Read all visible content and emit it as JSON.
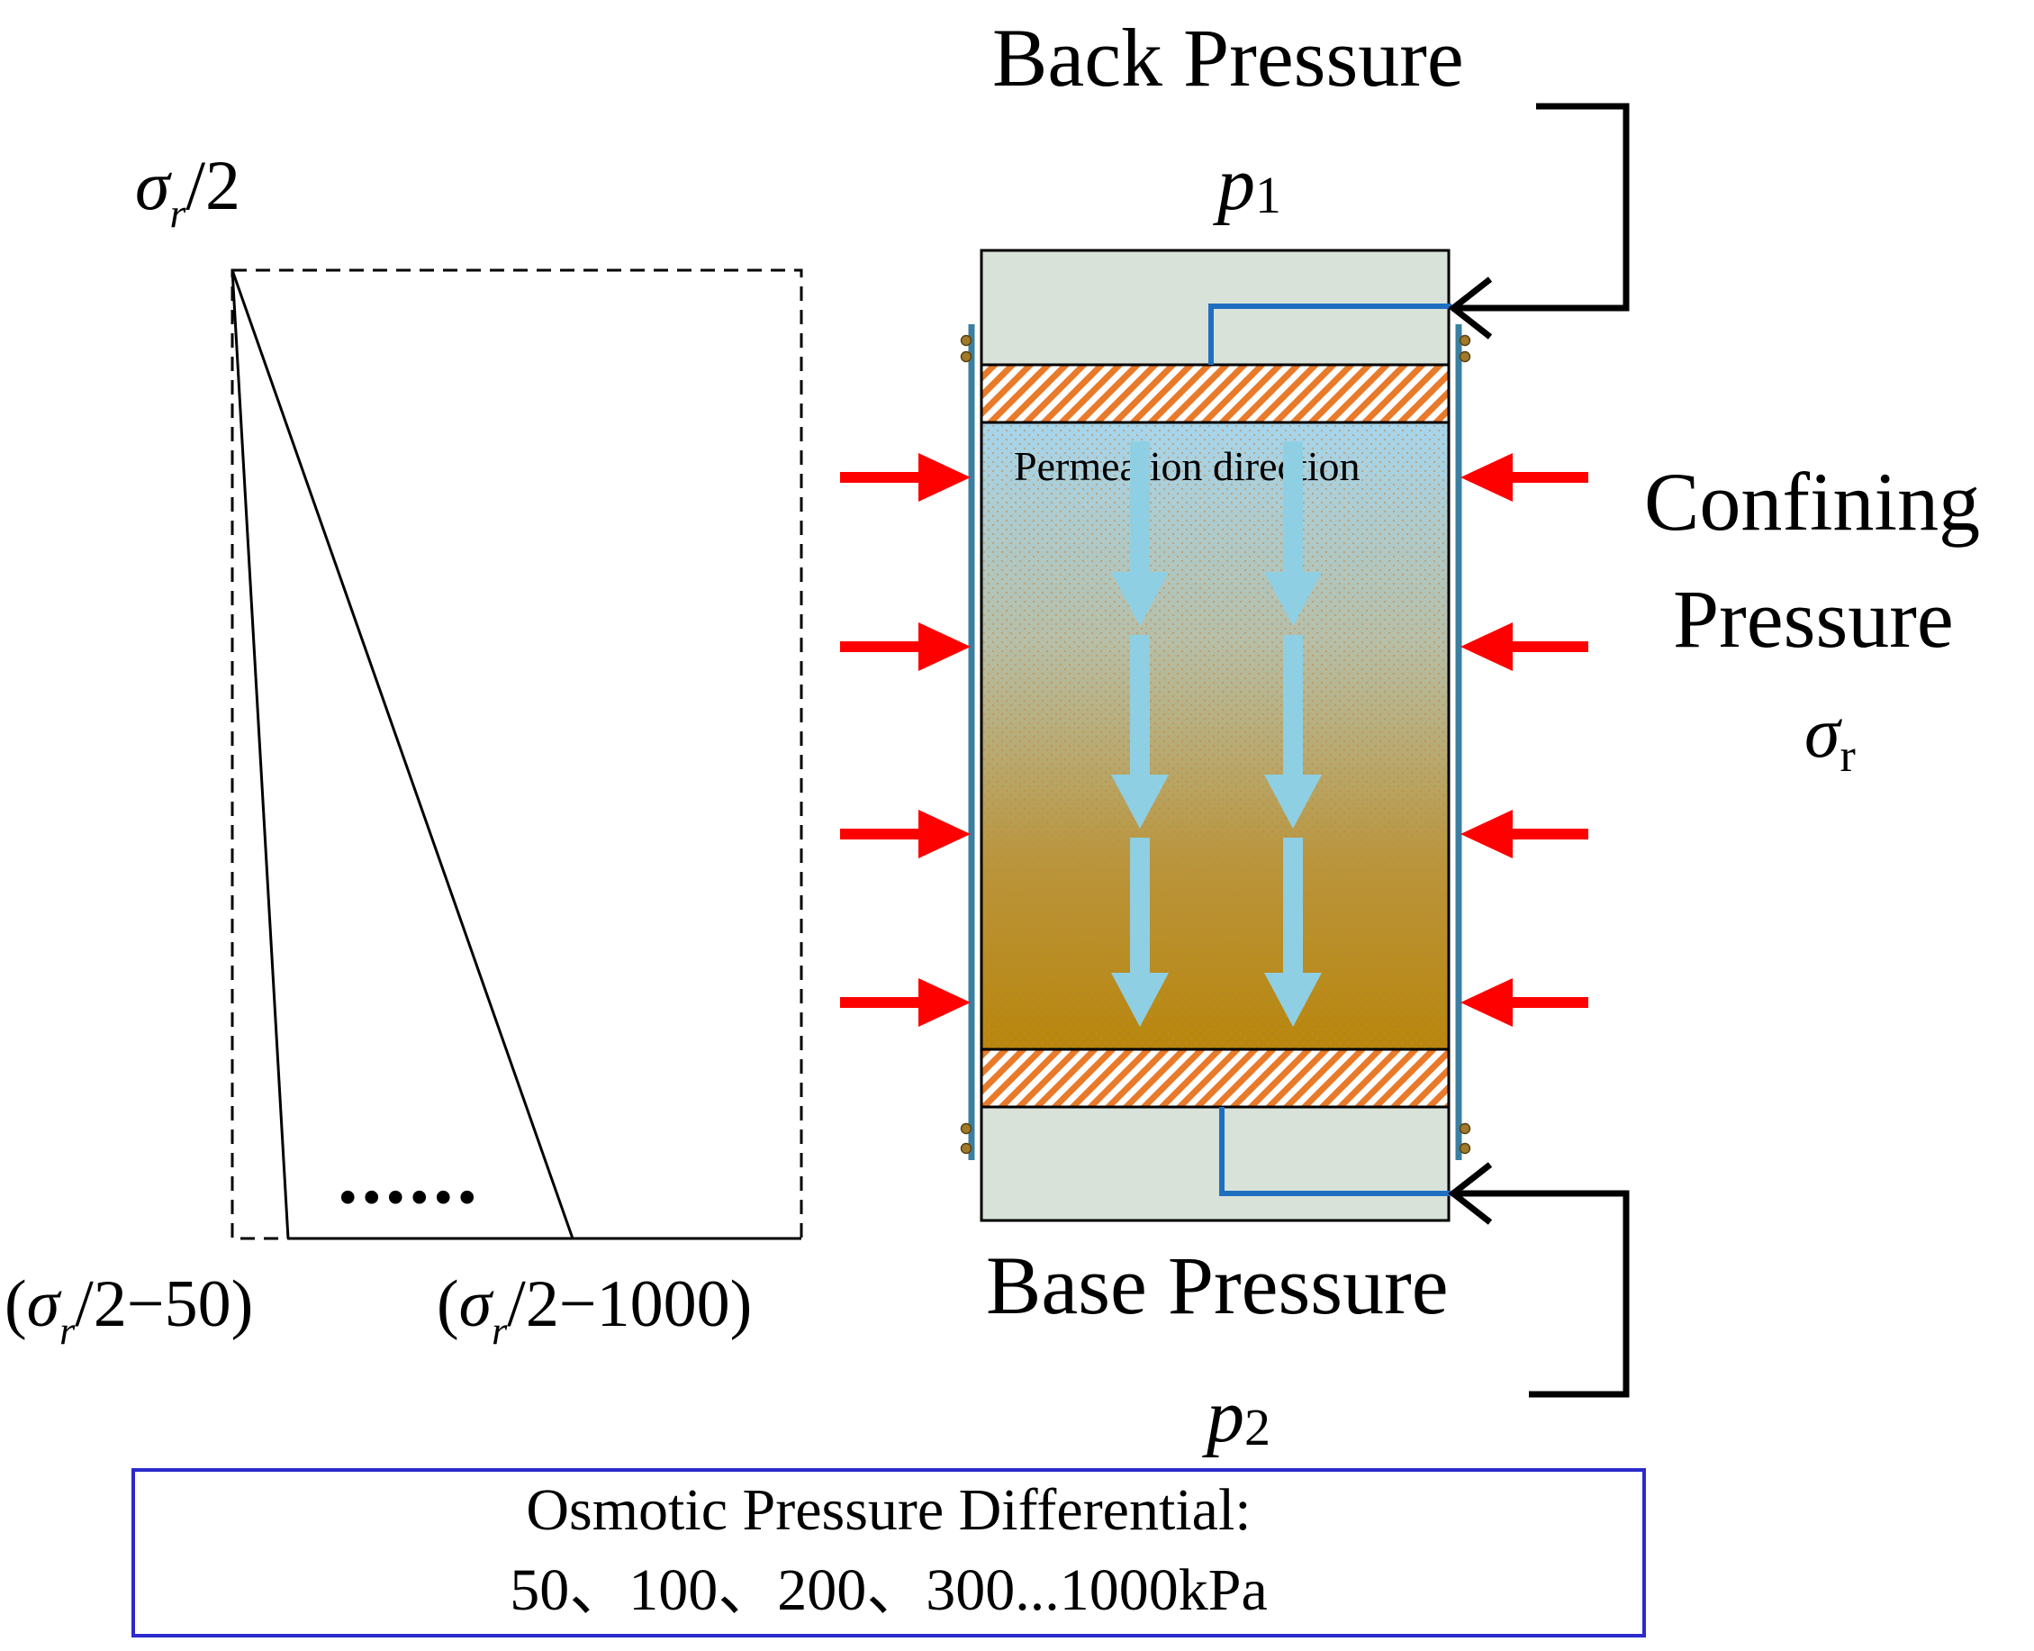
{
  "labels": {
    "back_pressure": "Back Pressure",
    "p1_symbol": "p",
    "p1_sub": "1",
    "base_pressure": "Base Pressure",
    "p2_symbol": "p",
    "p2_sub": "2",
    "confining_line1": "Confining",
    "confining_line2": "Pressure",
    "sigma_symbol": "σ",
    "sigma_sub": "r",
    "permeation_direction": "Permeation direction"
  },
  "left_diagram": {
    "top_label_sigma": "σ",
    "top_label_sub": "r",
    "top_label_rest": "/2",
    "dots": "......",
    "bottom_left_label": {
      "open": "(",
      "sigma": "σ",
      "sub": "r",
      "rest": "/2−50)"
    },
    "bottom_right_label": {
      "open": "(",
      "sigma": "σ",
      "sub": "r",
      "rest": "/2−1000)"
    }
  },
  "legend_box": {
    "line1": "Osmotic Pressure Differential:",
    "line2": "50、100、200、300...1000kPa"
  },
  "colors": {
    "confining_arrow": "#ff0000",
    "flow_arrow": "#8ecfe3",
    "pipe": "#1f6fc0",
    "membrane": "#3a7fa0",
    "cap": "#d8e2d8",
    "porous_stone": "#e86f1e",
    "soil_top": "#a8d8ef",
    "soil_bottom": "#b8860b",
    "legend_border": "#2a2acd"
  }
}
